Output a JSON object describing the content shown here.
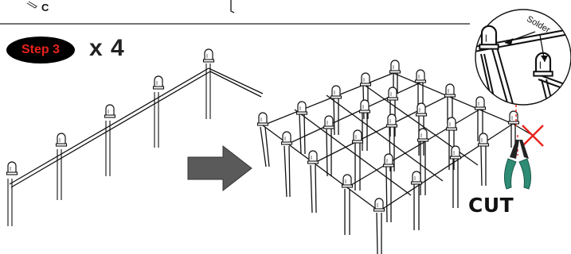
{
  "step": {
    "label": "Step 3",
    "multiplier": "x 4"
  },
  "top_strip": {
    "label": "C"
  },
  "callout": {
    "label": "Solder"
  },
  "action": {
    "label": "CUT"
  },
  "colors": {
    "badge_bg": "#000000",
    "badge_text": "#e8231c",
    "cut_mark": "#e8231c",
    "cutter": "#2e8b74",
    "arrow": "#555555"
  },
  "icons": [
    "led-icon",
    "right-arrow-icon",
    "cutter-icon",
    "cut-x-icon",
    "magnifier-callout-icon"
  ]
}
